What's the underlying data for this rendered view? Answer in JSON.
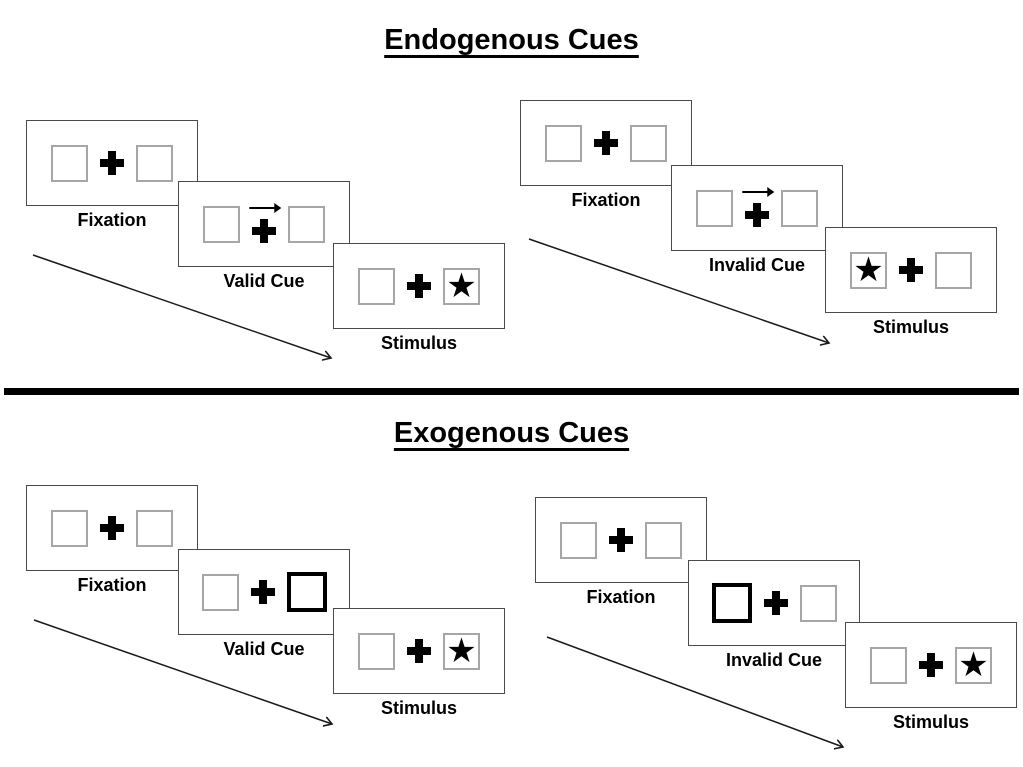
{
  "sections": [
    {
      "title": "Endogenous Cues",
      "sequences": [
        {
          "name": "valid-sequence",
          "panels": [
            {
              "label": "Fixation",
              "left": "empty",
              "right": "empty",
              "arrow_cue": false
            },
            {
              "label": "Valid Cue",
              "left": "empty",
              "right": "empty",
              "arrow_cue": true
            },
            {
              "label": "Stimulus",
              "left": "empty",
              "right": "star",
              "arrow_cue": false
            }
          ]
        },
        {
          "name": "invalid-sequence",
          "panels": [
            {
              "label": "Fixation",
              "left": "empty",
              "right": "empty",
              "arrow_cue": false
            },
            {
              "label": "Invalid Cue",
              "left": "empty",
              "right": "empty",
              "arrow_cue": true
            },
            {
              "label": "Stimulus",
              "left": "star",
              "right": "empty",
              "arrow_cue": false
            }
          ]
        }
      ]
    },
    {
      "title": "Exogenous Cues",
      "sequences": [
        {
          "name": "valid-sequence",
          "panels": [
            {
              "label": "Fixation",
              "left": "empty",
              "right": "empty",
              "arrow_cue": false
            },
            {
              "label": "Valid Cue",
              "left": "empty",
              "right": "bold",
              "arrow_cue": false
            },
            {
              "label": "Stimulus",
              "left": "empty",
              "right": "star",
              "arrow_cue": false
            }
          ]
        },
        {
          "name": "invalid-sequence",
          "panels": [
            {
              "label": "Fixation",
              "left": "empty",
              "right": "empty",
              "arrow_cue": false
            },
            {
              "label": "Invalid Cue",
              "left": "bold",
              "right": "empty",
              "arrow_cue": false
            },
            {
              "label": "Stimulus",
              "left": "empty",
              "right": "star",
              "arrow_cue": false
            }
          ]
        }
      ]
    }
  ],
  "glyphs": {
    "star": "★",
    "cue_arrow": "right-arrow",
    "fixation_cross": "plus"
  },
  "colors": {
    "ink": "#000000",
    "panel_border": "#4a4a4a",
    "box_border": "#a6a6a6",
    "bold_box_border": "#000000",
    "background": "#ffffff"
  }
}
